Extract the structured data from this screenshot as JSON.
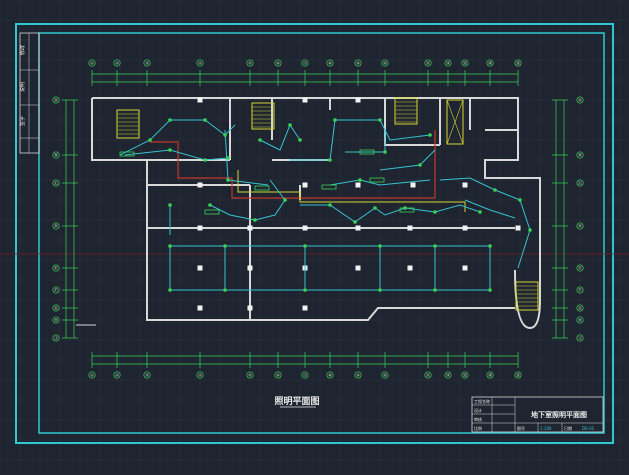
{
  "drawing": {
    "title_label": "照明平面图",
    "title_block": {
      "drawing_name": "地下室照明平面图",
      "left_rows": [
        "工程名称",
        "设计",
        "审核",
        "比例"
      ],
      "right_rows": [
        "图号",
        "日期"
      ],
      "small_values": [
        "1:100",
        "DS-01"
      ]
    },
    "grid_top": [
      "①",
      "②",
      "③",
      "④",
      "⑤",
      "⑥",
      "⑦",
      "⑧",
      "⑨",
      "⑩",
      "⑪",
      "⑫",
      "⑬",
      "⑭",
      "⑮"
    ],
    "grid_side": [
      "Ⓐ",
      "Ⓑ",
      "Ⓒ",
      "Ⓓ",
      "Ⓔ",
      "Ⓕ",
      "Ⓖ",
      "Ⓗ",
      "Ⓙ"
    ],
    "side_strip": [
      "修改",
      "说明",
      "签字"
    ]
  },
  "colors": {
    "background": "#1f2530",
    "frame": "#2ec8d0",
    "walls": "#d8d8d8",
    "dim_lines": "#39d353",
    "circuits": "#35c3cf",
    "feeder": "#c0392b",
    "stairs": "#d4d430",
    "grid_faint": "#2b3340",
    "text": "#e8e8e8"
  }
}
